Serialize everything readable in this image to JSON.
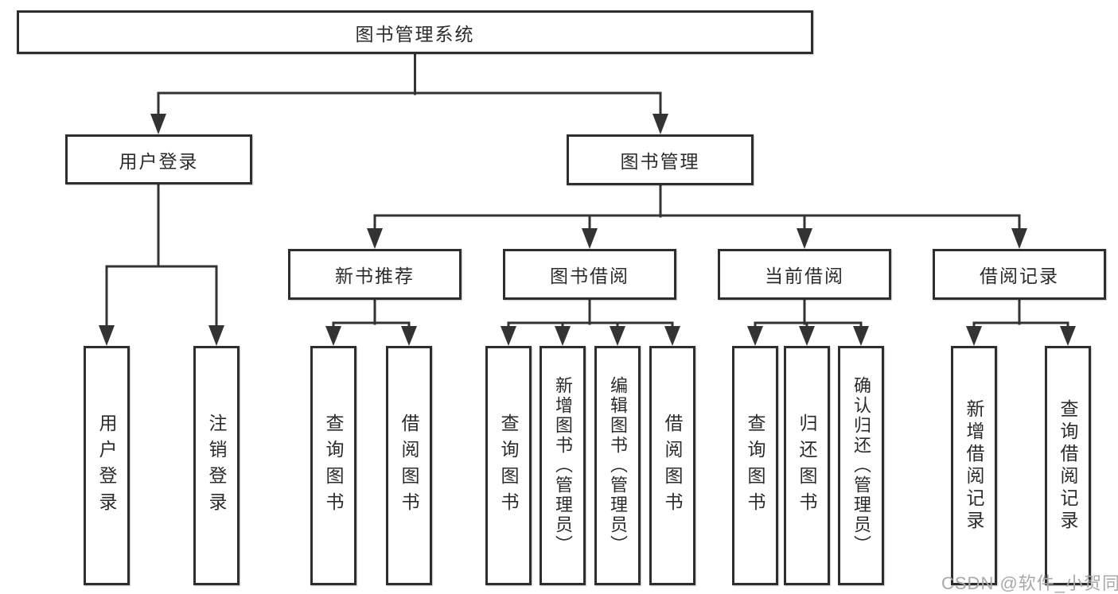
{
  "colors": {
    "line": "#333333",
    "box_border": "#2e2e2e",
    "text": "#2b2b2b",
    "watermark": "#a9a9a9",
    "background": "#ffffff"
  },
  "tree": {
    "root": {
      "label": "图书管理系统",
      "children": [
        {
          "label": "用户登录",
          "children": [
            {
              "label": "用户登录"
            },
            {
              "label": "注销登录"
            }
          ]
        },
        {
          "label": "图书管理",
          "children": [
            {
              "label": "新书推荐",
              "children": [
                {
                  "label": "查询图书"
                },
                {
                  "label": "借阅图书"
                }
              ]
            },
            {
              "label": "图书借阅",
              "children": [
                {
                  "label": "查询图书"
                },
                {
                  "label": "新增图书（管理员）"
                },
                {
                  "label": "编辑图书（管理员）"
                },
                {
                  "label": "借阅图书"
                }
              ]
            },
            {
              "label": "当前借阅",
              "children": [
                {
                  "label": "查询图书"
                },
                {
                  "label": "归还图书"
                },
                {
                  "label": "确认归还（管理员）"
                }
              ]
            },
            {
              "label": "借阅记录",
              "children": [
                {
                  "label": "新增借阅记录"
                },
                {
                  "label": "查询借阅记录"
                }
              ]
            }
          ]
        }
      ]
    }
  },
  "watermark": {
    "text": "CSDN @软件_小贺同学"
  }
}
